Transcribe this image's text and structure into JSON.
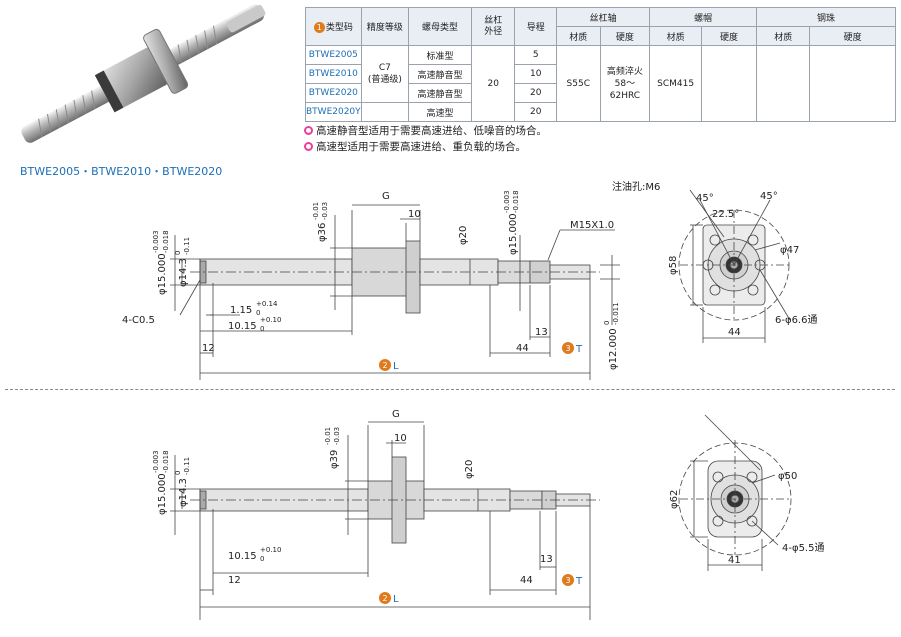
{
  "table": {
    "headers": {
      "type_code": "类型码",
      "precision": "精度等级",
      "nut_type": "螺母类型",
      "screw_od": "丝杠\n外径",
      "lead": "导程",
      "screw_shaft": "丝杠轴",
      "nut": "螺帽",
      "ball": "钢珠",
      "material": "材质",
      "hardness": "硬度"
    },
    "rows": [
      {
        "code": "BTWE2005",
        "nut_type": "标准型",
        "lead": "5"
      },
      {
        "code": "BTWE2010",
        "nut_type": "高速静音型",
        "lead": "10"
      },
      {
        "code": "BTWE2020",
        "nut_type": "高速静音型",
        "lead": "20"
      },
      {
        "code": "BTWE2020Y",
        "nut_type": "高速型",
        "lead": "20"
      }
    ],
    "precision_value": "C7\n(普通级)",
    "screw_od_value": "20",
    "shaft_material": "S55C",
    "shaft_hardness": "高频淬火\n58～62HRC",
    "nut_material": "SCM415"
  },
  "markers": {
    "m1": "1",
    "m2": "2",
    "m3": "3"
  },
  "notes": [
    "高速静音型适用于需要高速进给、低噪音的场合。",
    "高速型适用于需要高速进给、重负载的场合。"
  ],
  "subtitle": "BTWE2005・BTWE2010・BTWE2020",
  "drawing1": {
    "d15": "φ15.000",
    "d15_tol": [
      "-0.003",
      "-0.018"
    ],
    "d143": "φ14.3",
    "d143_tol": [
      "0",
      "-0.11"
    ],
    "d36": "φ36",
    "d36_tol": [
      "-0.01",
      "-0.03"
    ],
    "G": "G",
    "d10": "10",
    "d20": "φ20",
    "d15b": "φ15.000",
    "d15b_tol": [
      "-0.003",
      "-0.018"
    ],
    "thread": "M15X1.0",
    "chamfer": "4-C0.5",
    "g1": "1.15",
    "g1_tol": [
      "+0.14",
      "0"
    ],
    "g2": "10.15",
    "g2_tol": [
      "+0.10",
      "0"
    ],
    "d13": "13",
    "d12": "12",
    "d44": "44",
    "d12s": "φ12.000",
    "d12s_tol": [
      "0",
      "-0.011"
    ],
    "L": "L",
    "T": "T",
    "oil": "注油孔:M6",
    "a45a": "45°",
    "a45b": "45°",
    "a225": "22.5°",
    "d47": "φ47",
    "d58": "φ58",
    "holes": "6-φ6.6通",
    "w44": "44"
  },
  "drawing2": {
    "d15": "φ15.000",
    "d15_tol": [
      "-0.003",
      "-0.018"
    ],
    "d143": "φ14.3",
    "d143_tol": [
      "0",
      "-0.11"
    ],
    "d39": "φ39",
    "d39_tol": [
      "-0.01",
      "-0.03"
    ],
    "G": "G",
    "d10": "10",
    "d20": "φ20",
    "g2": "10.15",
    "g2_tol": [
      "+0.10",
      "0"
    ],
    "d13": "13",
    "d12": "12",
    "d44": "44",
    "L": "L",
    "T": "T",
    "d50": "φ50",
    "d62": "φ62",
    "holes": "4-φ5.5通",
    "w41": "41"
  },
  "colors": {
    "accent": "#1d6fb8",
    "marker": "#e07b1c",
    "note_circle": "#e8409a"
  }
}
